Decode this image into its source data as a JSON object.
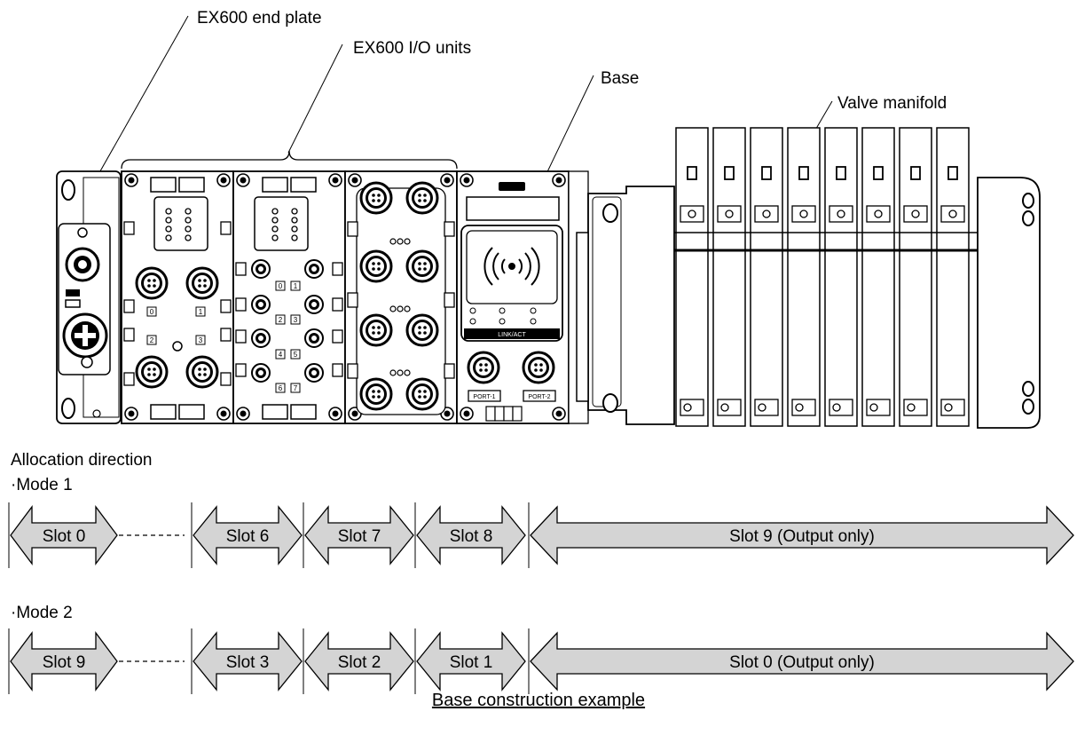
{
  "callouts": {
    "end_plate": "EX600 end plate",
    "io_units": "EX600 I/O units",
    "base": "Base",
    "valve_manifold": "Valve manifold"
  },
  "allocation": {
    "heading": "Allocation direction",
    "modes": [
      {
        "label": "·Mode 1",
        "slots": [
          "Slot 0",
          "Slot 6",
          "Slot 7",
          "Slot 8",
          "Slot 9 (Output only)"
        ]
      },
      {
        "label": "·Mode 2",
        "slots": [
          "Slot 9",
          "Slot 3",
          "Slot 2",
          "Slot 1",
          "Slot 0 (Output only)"
        ]
      }
    ]
  },
  "device_labels": {
    "ports": [
      "0",
      "1",
      "2",
      "3"
    ],
    "pins": [
      "0",
      "1",
      "2",
      "3",
      "4",
      "5",
      "6",
      "7"
    ],
    "port_a": "PORT-1",
    "port_b": "PORT-2",
    "link": "LINK/ACT"
  },
  "caption": "Base construction example",
  "colors": {
    "arrow_fill": "#d4d4d4",
    "line": "#000000",
    "background": "#ffffff"
  }
}
